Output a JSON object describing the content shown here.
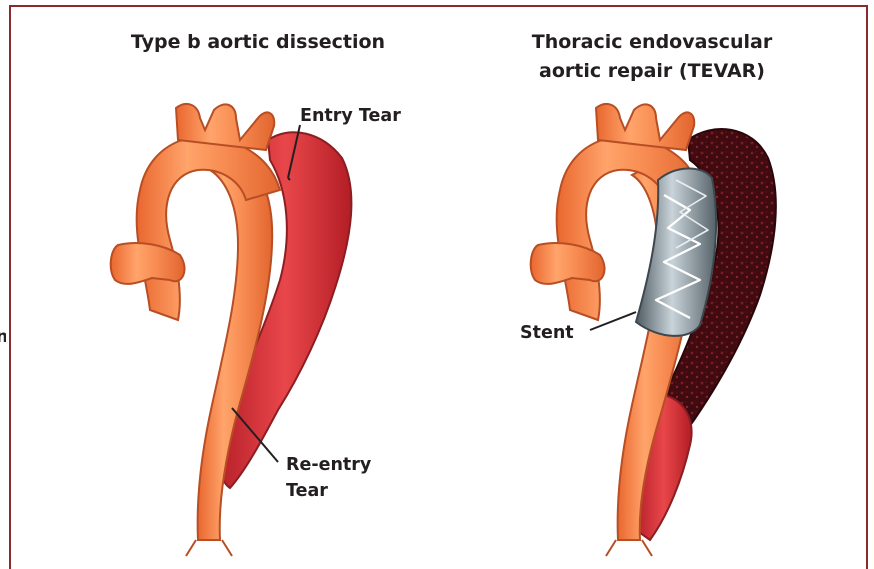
{
  "left_panel": {
    "title": "Type b aortic dissection",
    "labels": {
      "entry_tear": "Entry Tear",
      "reentry_tear_line1": "Re-entry",
      "reentry_tear_line2": "Tear"
    }
  },
  "right_panel": {
    "title_line1": "Thoracic endovascular",
    "title_line2": "aortic repair (TEVAR)",
    "labels": {
      "stent": "Stent"
    }
  },
  "edge_fragment": "n",
  "colors": {
    "frame": "#8b2a2a",
    "aorta": "#f58a4f",
    "aorta_outline": "#c0532a",
    "false_lumen": "#d6373a",
    "thrombosed_lumen": "#4a0e12",
    "stent": "#7d8c94"
  }
}
